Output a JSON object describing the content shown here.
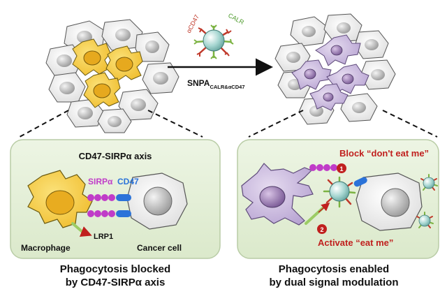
{
  "nanoparticle": {
    "label_cd47": "αCD47",
    "label_calr": "CALR",
    "formula_main": "SNPA",
    "formula_sub": "CALR&αCD47"
  },
  "left_panel": {
    "title": "CD47-SIRPα axis",
    "label_sirpa": "SIRPα",
    "label_cd47": "CD47",
    "label_lrp1": "LRP1",
    "label_macrophage": "Macrophage",
    "label_cancer_cell": "Cancer cell"
  },
  "right_panel": {
    "step1_number": "1",
    "step1_text": "Block “don't eat me”",
    "step2_number": "2",
    "step2_text": "Activate “eat me”"
  },
  "captions": {
    "left_line1": "Phagocytosis blocked",
    "left_line2": "by CD47-SIRPα axis",
    "right_line1": "Phagocytosis enabled",
    "right_line2": "by dual signal modulation"
  },
  "colors": {
    "panel_fill": "#e3efd6",
    "panel_border": "#b9cca6",
    "macrophage_fill": "#f6cc4c",
    "activated_macrophage_fill": "#cdbde0",
    "cancer_cell_fill": "#eeeeee",
    "sirpa_color": "#c03cc8",
    "cd47_color": "#2b73d9",
    "red_text": "#c0201e",
    "particle_fill": "#8fc9c4"
  }
}
